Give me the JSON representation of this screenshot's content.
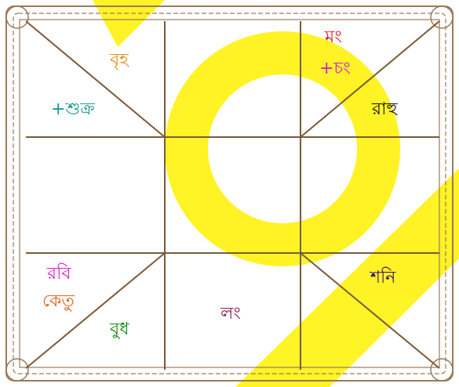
{
  "chart": {
    "houses": [
      {
        "id": "h12",
        "text": "বৃহ",
        "color": "#f28c1a"
      },
      {
        "id": "h12b",
        "text": "+শুক্র",
        "color": "#1a9a99"
      },
      {
        "id": "h2a",
        "text": "মং",
        "color": "#e0201f"
      },
      {
        "id": "h2b",
        "text": "+চং",
        "color": "#d01fd0"
      },
      {
        "id": "h3",
        "text": "রাহু",
        "color": "#111111"
      },
      {
        "id": "h9a",
        "text": "রবি",
        "color": "#e01fc8"
      },
      {
        "id": "h9b",
        "text": "কেতু",
        "color": "#e06020"
      },
      {
        "id": "h8",
        "text": "বুধ",
        "color": "#128a12"
      },
      {
        "id": "h7",
        "text": "লং",
        "color": "#8a2050"
      },
      {
        "id": "h6",
        "text": "শনি",
        "color": "#401070"
      }
    ],
    "colors": {
      "grid_line": "#7a5a3a",
      "border": "#9a7a5a",
      "watermark": "#ffe600"
    }
  }
}
